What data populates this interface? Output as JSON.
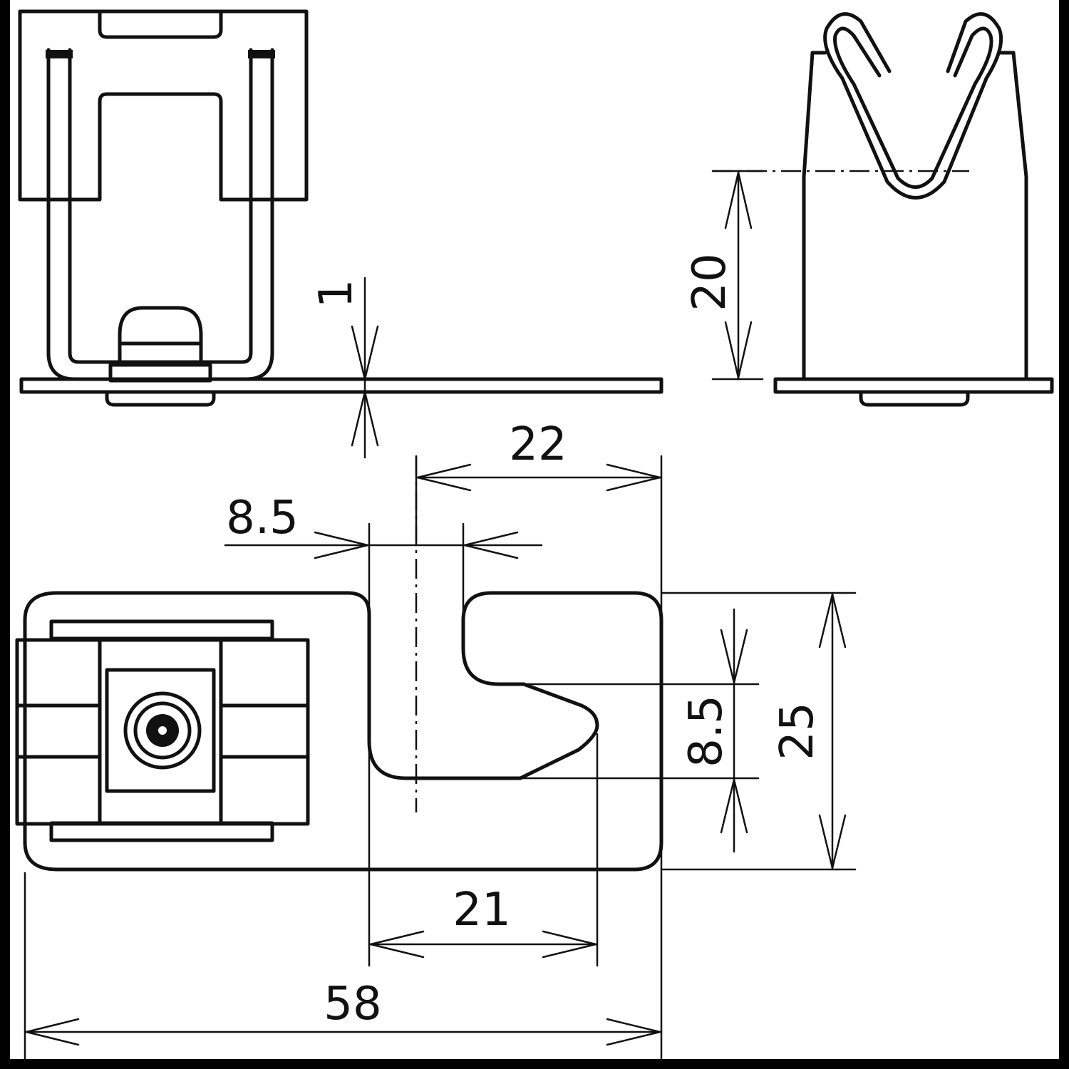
{
  "drawing": {
    "dimensions": {
      "thickness": "1",
      "height": "20",
      "slot_offset": "22",
      "slot_width": "8.5",
      "slot_height": "8.5",
      "plate_width": "25",
      "slot_depth": "21",
      "plate_length": "58"
    }
  }
}
